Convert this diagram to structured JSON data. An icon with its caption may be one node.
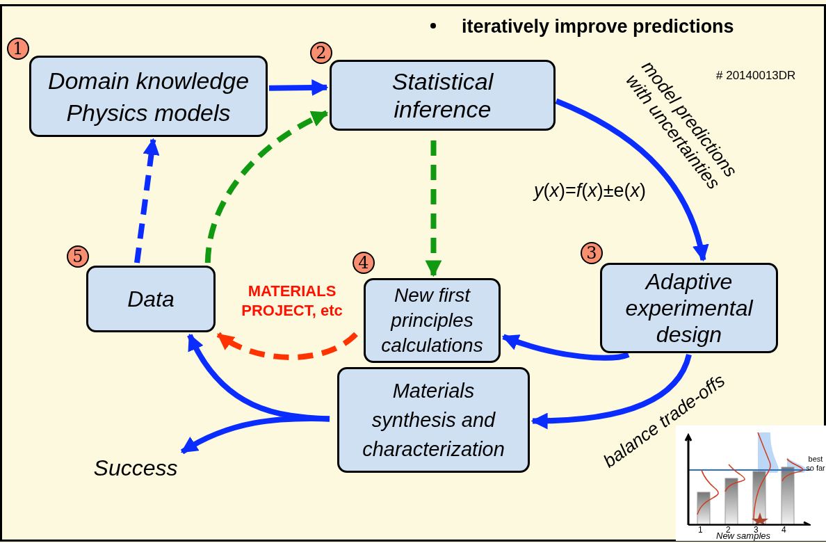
{
  "diagram": {
    "nodes": [
      {
        "text": [
          "Domain knowledge Physics models"
        ],
        "beside": [
          "1"
        ]
      },
      {
        "text": [
          "Statistical inference"
        ],
        "beside": [
          "2"
        ]
      },
      {
        "text": [
          "Adaptive experimental design"
        ],
        "beside": [
          "3"
        ]
      },
      {
        "text": [
          "New first principles calculations"
        ],
        "beside": [
          "4"
        ]
      },
      {
        "text": [
          "Materials synthesis and characterization"
        ]
      },
      {
        "text": [
          "Data"
        ],
        "beside": [
          "5"
        ]
      },
      {
        "text": [
          "Success"
        ]
      }
    ],
    "edges": [
      {
        "from": 0,
        "to": 1,
        "arrow": "to"
      },
      {
        "from": 5,
        "to": 1,
        "arrow": "to",
        "style": "dashed",
        "color": "#119911"
      },
      {
        "from": 1,
        "to": 3,
        "arrow": "to",
        "style": "dashed",
        "color": "#119911"
      },
      {
        "from": 1,
        "to": 2,
        "arrow": "to",
        "label": "model predictions with uncertainties"
      },
      {
        "from": 2,
        "to": 3,
        "arrow": "to"
      },
      {
        "from": 2,
        "to": 4,
        "arrow": "to",
        "label": "balance trade-offs"
      },
      {
        "from": 4,
        "to": 5,
        "arrow": "to"
      },
      {
        "from": 4,
        "to": 6,
        "arrow": "to"
      },
      {
        "from": 3,
        "to": 5,
        "arrow": "to",
        "label": "MATERIALS PROJECT, etc",
        "style": "dashed",
        "color": "#ff3300"
      },
      {
        "from": 5,
        "to": 0,
        "arrow": "to",
        "style": "dashed"
      }
    ],
    "labels": [
      "iteratively improve predictions",
      "# 20140013DR",
      "*y*(*x*)=*f*(*x*)±e(*x*)",
      "best so far",
      "1",
      "2",
      "3",
      "4",
      "New samples"
    ]
  }
}
